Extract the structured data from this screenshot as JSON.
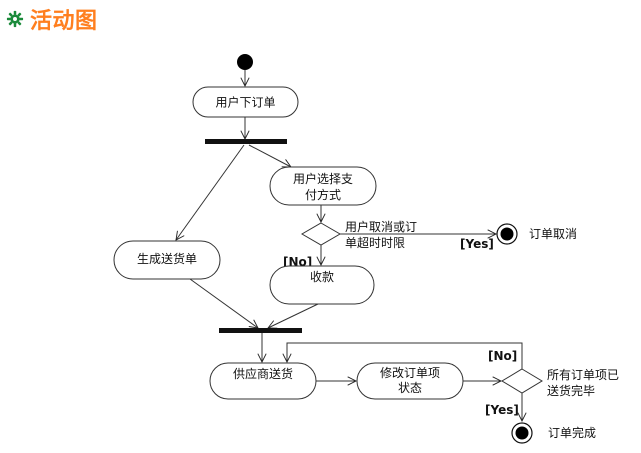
{
  "title": {
    "text": "活动图",
    "icon": "gear-flower-icon",
    "color": "#ff7f1f",
    "icon_color": "#1a8a3a"
  },
  "activities": {
    "place_order": "用户下订单",
    "choose_payment_line1": "用户选择支",
    "choose_payment_line2": "付方式",
    "generate_delivery": "生成送货单",
    "collect_payment": "收款",
    "supplier_ship": "供应商送货",
    "modify_item_line1": "修改订单项",
    "modify_item_line2": "状态"
  },
  "decisions": {
    "cancel_condition_line1": "用户取消或订",
    "cancel_condition_line2": "单超时时限",
    "complete_condition_line1": "所有订单项已",
    "complete_condition_line2": "送货完毕"
  },
  "guards": {
    "yes_cancel": "[Yes]",
    "no_cancel": "[No]",
    "no_complete": "[No]",
    "yes_complete": "[Yes]"
  },
  "final_states": {
    "order_cancelled": "订单取消",
    "order_completed": "订单完成"
  }
}
